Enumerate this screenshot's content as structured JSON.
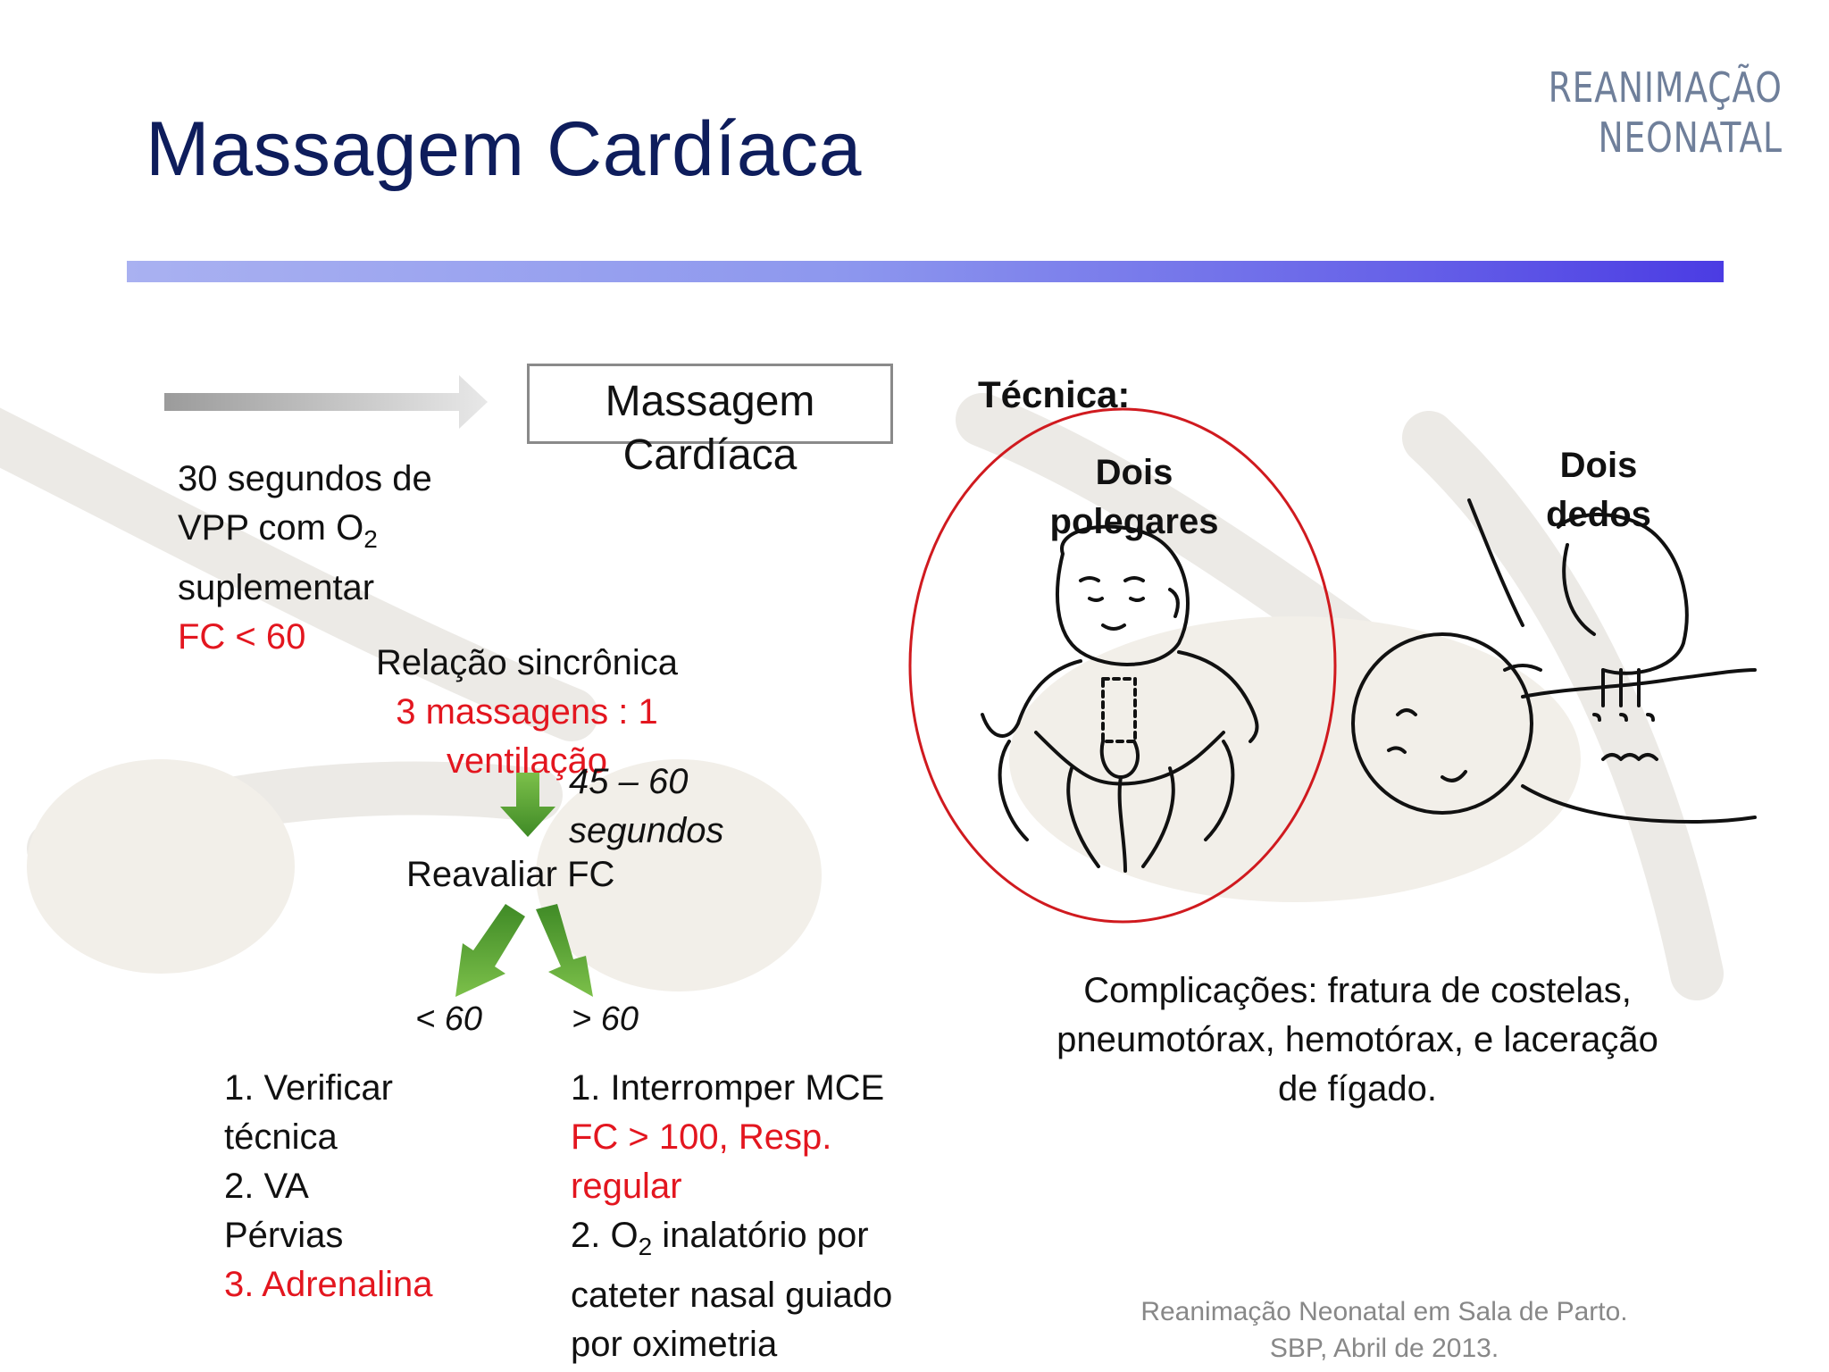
{
  "slide": {
    "title": "Massagem Cardíaca",
    "logo": {
      "line1": "REANIMAÇÃO",
      "line2": "NEONATAL"
    }
  },
  "flow": {
    "box_label": "Massagem Cardíaca",
    "start_line1": "30 segundos de",
    "start_line2_prefix": "VPP com O",
    "start_line2_sub": "2",
    "start_line3": "suplementar",
    "start_condition": "FC < 60",
    "relation_line1": "Relação sincrônica",
    "relation_line2": "3 massagens : 1",
    "relation_line3": "ventilação",
    "time_label_line1": "45 – 60",
    "time_label_line2": "segundos",
    "reassess": "Reavaliar FC",
    "branch_low": "< 60",
    "branch_high": "> 60",
    "low_actions": {
      "line1": "1. Verificar",
      "line2": "técnica",
      "line3": "2. VA",
      "line4": "Pérvias",
      "line5": "3. Adrenalina"
    },
    "high_actions": {
      "line1": "1. Interromper MCE",
      "line2": "FC > 100, Resp.",
      "line3": "regular",
      "line4_prefix": "2. O",
      "line4_sub": "2",
      "line4_suffix": " inalatório por",
      "line5": "cateter nasal guiado",
      "line6": "por oximetria"
    }
  },
  "technique": {
    "heading": "Técnica:",
    "two_thumbs_line1": "Dois",
    "two_thumbs_line2": "polegares",
    "two_fingers_line1": "Dois",
    "two_fingers_line2": "dedos"
  },
  "complications": {
    "line1": "Complicações: fratura de costelas,",
    "line2": "pneumotórax, hemotórax, e laceração",
    "line3": "de fígado."
  },
  "citation": {
    "line1": "Reanimação Neonatal em Sala de Parto.",
    "line2": "SBP, Abril de 2013."
  },
  "colors": {
    "title": "#0e1d5c",
    "highlight": "#e3161f",
    "arrow_green": "#5aa032",
    "circle": "#d01a1f"
  }
}
